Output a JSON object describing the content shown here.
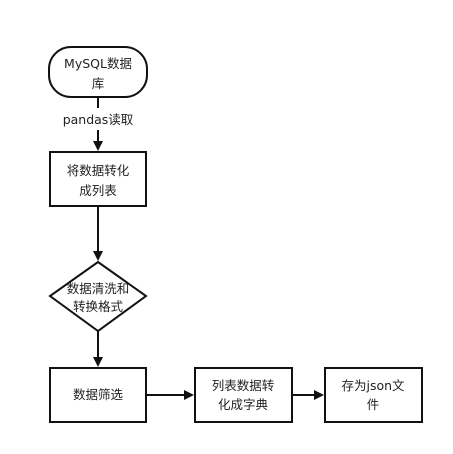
{
  "nodes": {
    "mysql_db": {
      "lines": [
        "MySQL数据",
        "库"
      ],
      "shape": "terminator"
    },
    "to_list": {
      "lines": [
        "将数据转化",
        "成列表"
      ],
      "shape": "process"
    },
    "clean_format": {
      "lines": [
        "数据清洗和",
        "转换格式"
      ],
      "shape": "decision"
    },
    "filter": {
      "lines": [
        "数据筛选"
      ],
      "shape": "process"
    },
    "to_dict": {
      "lines": [
        "列表数据转",
        "化成字典"
      ],
      "shape": "process"
    },
    "save_json": {
      "lines": [
        "存为json文",
        "件"
      ],
      "shape": "process"
    }
  },
  "edges": {
    "read_label": "pandas读取"
  },
  "colors": {
    "stroke": "#111111",
    "fill": "#ffffff",
    "text": "#222222"
  }
}
